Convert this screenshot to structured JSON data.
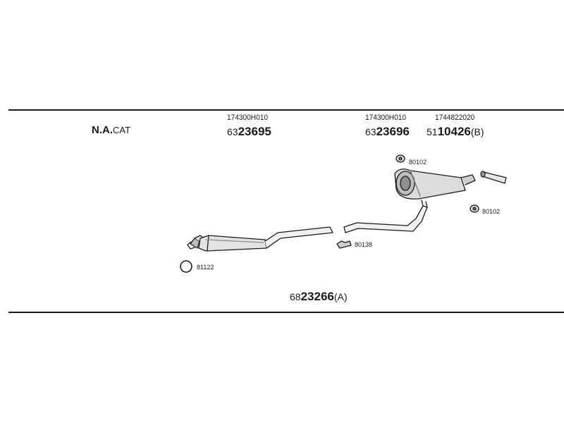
{
  "header": {
    "cat_label": {
      "bold": "N.A.",
      "rest": "CAT"
    }
  },
  "parts": {
    "p1": {
      "oe": "174300H010",
      "prefix": "63",
      "number": "23695",
      "suffix": ""
    },
    "p2": {
      "oe": "174300H010",
      "prefix": "63",
      "number": "23696",
      "suffix": ""
    },
    "p3": {
      "oe": "1744822020",
      "prefix": "51",
      "number": "10426",
      "suffix": "(B)"
    },
    "p4": {
      "prefix": "68",
      "number": "23266",
      "suffix": "(A)"
    }
  },
  "callouts": {
    "c1": "80102",
    "c2": "80102",
    "c3": "80138",
    "c4": "81122"
  }
}
